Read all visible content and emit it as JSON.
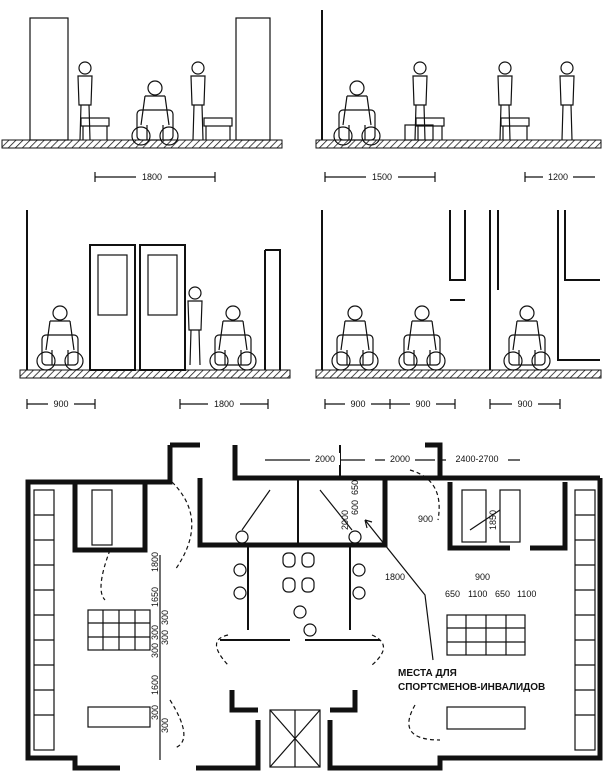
{
  "elevations": [
    {
      "dims": [
        "1800"
      ]
    },
    {
      "dims": [
        "1500",
        "1200"
      ]
    },
    {
      "dims": [
        "900",
        "1800"
      ]
    },
    {
      "dims": [
        "900",
        "900",
        "900"
      ]
    }
  ],
  "plan": {
    "top_dims": [
      "2000",
      "2000",
      "2400-2700"
    ],
    "vertical_dims": [
      "2000",
      "600",
      "650",
      "1850"
    ],
    "right_dims": [
      "900",
      "1800",
      "900",
      "650",
      "1100",
      "650",
      "1100"
    ],
    "left_dims": [
      "1800",
      "1650",
      "300",
      "300",
      "300",
      "300",
      "1600",
      "300",
      "300"
    ],
    "caption_line1": "МЕСТА ДЛЯ",
    "caption_line2": "СПОРТСМЕНОВ-ИНВАЛИДОВ"
  }
}
